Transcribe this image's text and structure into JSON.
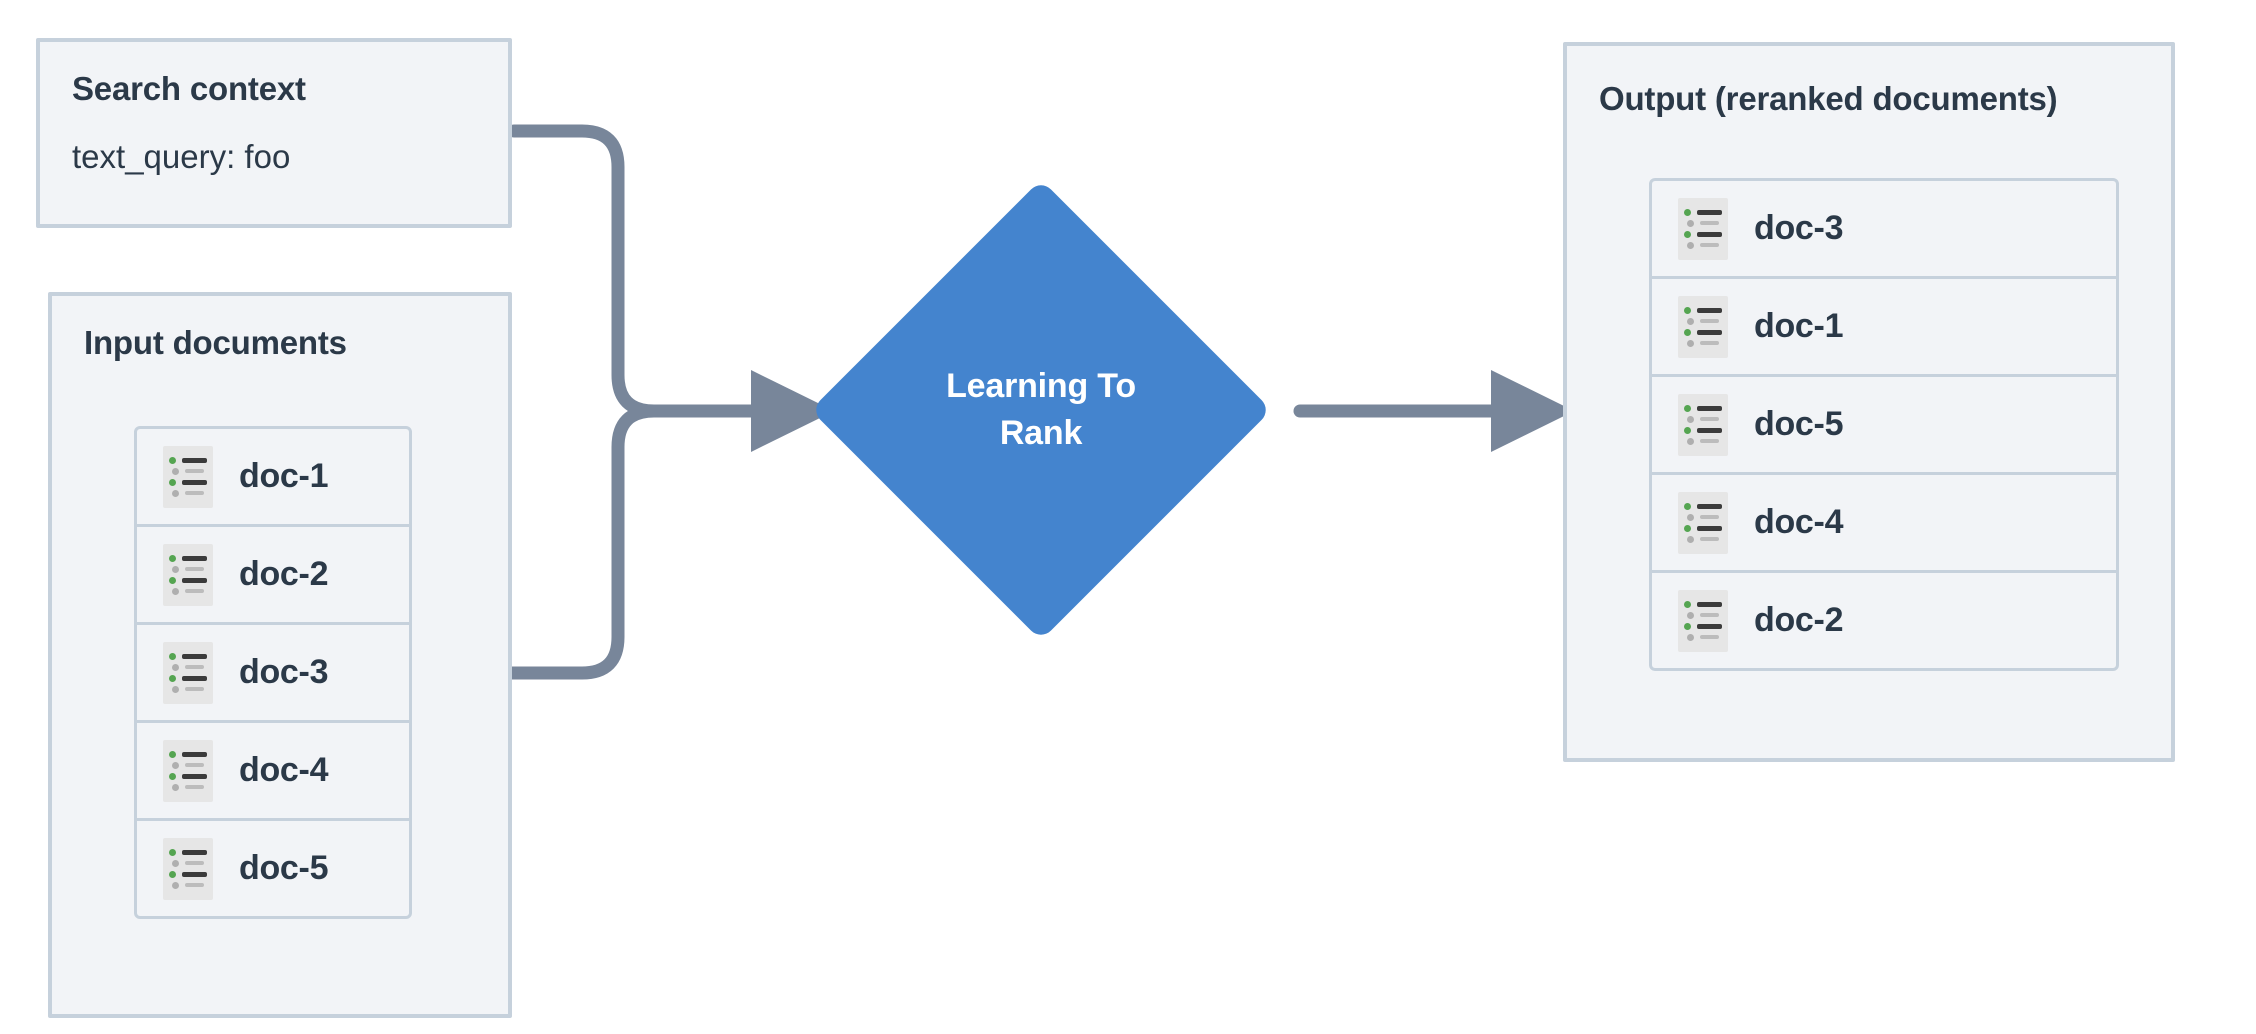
{
  "diagram": {
    "title": "Learning To Rank reranking flow",
    "background_color": "#ffffff"
  },
  "colors": {
    "panel_fill": "#f2f4f7",
    "panel_border": "#c6d1dc",
    "text": "#2b3948",
    "node_fill": "#4484ce",
    "node_text": "#ffffff",
    "edge": "#78869a",
    "icon_bg": "#e6e6e6",
    "icon_accent_green": "#55a551",
    "icon_bar_dark": "#3b3b3b",
    "icon_bar_light": "#bcbcbc"
  },
  "search_context": {
    "title": "Search context",
    "query_line": "text_query: foo"
  },
  "input_documents": {
    "title": "Input documents",
    "docs": [
      {
        "label": "doc-1",
        "icon": "document-list-icon"
      },
      {
        "label": "doc-2",
        "icon": "document-list-icon"
      },
      {
        "label": "doc-3",
        "icon": "document-list-icon"
      },
      {
        "label": "doc-4",
        "icon": "document-list-icon"
      },
      {
        "label": "doc-5",
        "icon": "document-list-icon"
      }
    ]
  },
  "process_node": {
    "label": "Learning To\nRank",
    "shape": "diamond"
  },
  "output": {
    "title": "Output (reranked documents)",
    "docs": [
      {
        "label": "doc-3",
        "icon": "document-list-icon"
      },
      {
        "label": "doc-1",
        "icon": "document-list-icon"
      },
      {
        "label": "doc-5",
        "icon": "document-list-icon"
      },
      {
        "label": "doc-4",
        "icon": "document-list-icon"
      },
      {
        "label": "doc-2",
        "icon": "document-list-icon"
      }
    ]
  },
  "edges": [
    {
      "name": "search-context-to-ltr",
      "from": "search_context",
      "to": "process_node",
      "style": "elbow-arrow"
    },
    {
      "name": "input-documents-to-ltr",
      "from": "input_documents",
      "to": "process_node",
      "style": "elbow-arrow"
    },
    {
      "name": "ltr-to-output",
      "from": "process_node",
      "to": "output",
      "style": "straight-arrow"
    }
  ]
}
